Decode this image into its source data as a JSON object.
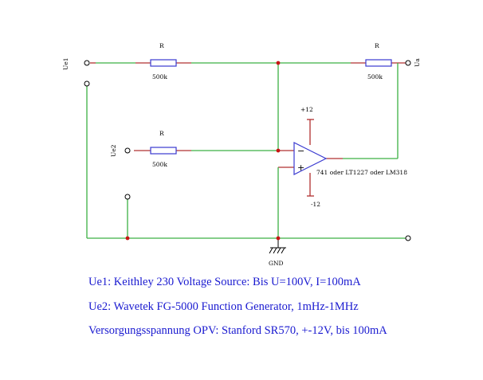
{
  "schematic": {
    "ports": {
      "input1": "Ue1",
      "input2": "Ue2",
      "output": "Ua",
      "ground": "GND"
    },
    "resistors": [
      {
        "name": "R",
        "value": "500k"
      },
      {
        "name": "R",
        "value": "500k"
      },
      {
        "name": "R",
        "value": "500k"
      }
    ],
    "opamp": {
      "inverting_symbol": "−",
      "noninverting_symbol": "+",
      "supply_positive": "+12",
      "supply_negative": "-12",
      "part_label": "741 oder LT1227 oder LM318"
    },
    "colors": {
      "wire": "#3cb043",
      "component": "#3a3ad0",
      "lead": "#b03030",
      "junction": "#c81414",
      "notes": "#1a1ad0"
    }
  },
  "notes": [
    "Ue1: Keithley 230 Voltage Source: Bis U=100V, I=100mA",
    "Ue2: Wavetek FG-5000 Function Generator, 1mHz-1MHz",
    "Versorgungsspannung OPV: Stanford SR570, +-12V, bis 100mA"
  ]
}
